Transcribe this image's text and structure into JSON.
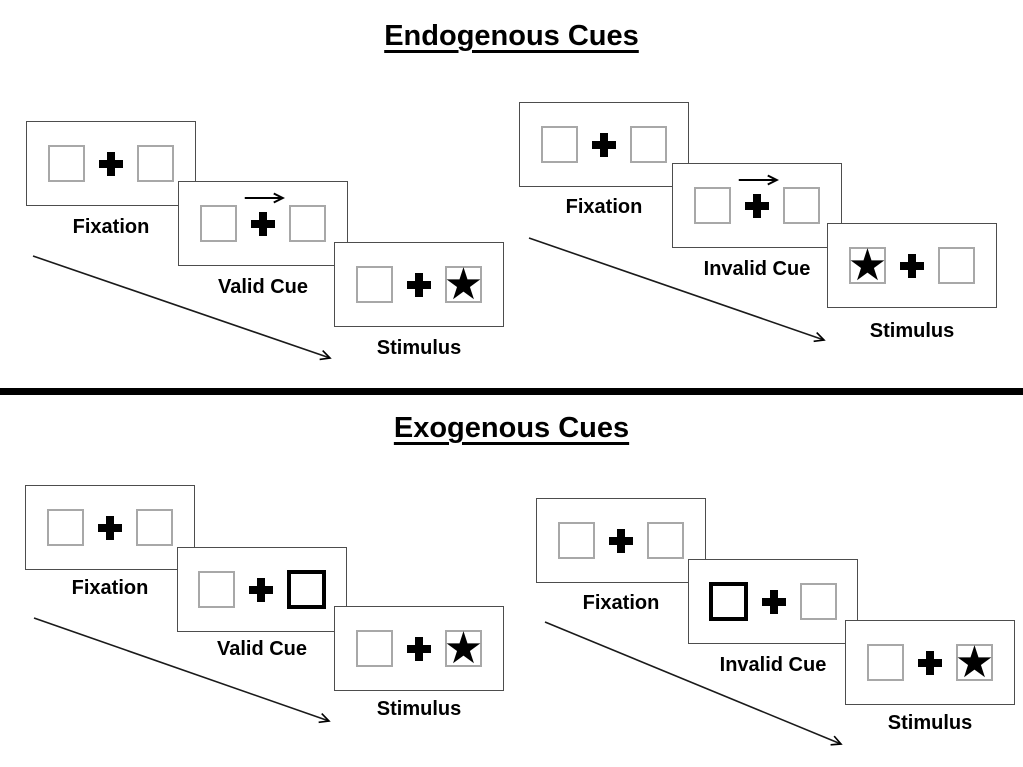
{
  "figure": {
    "background": "#ffffff",
    "divider_color": "#000000",
    "panel_border_color": "#4d4d4d",
    "placeholder_box_border_color": "#a8a8a8",
    "bold_cue_box_border_color": "#000000",
    "arrow_color": "#000000"
  },
  "glyphs": {
    "star": "★",
    "fixation_cross": "+",
    "cue_arrow_direction": "right"
  },
  "sections": [
    {
      "title": "Endogenous Cues",
      "groups": [
        {
          "name": "endogenous-valid",
          "panels": [
            {
              "label": "Fixation",
              "type": "fixation"
            },
            {
              "label": "Valid Cue",
              "type": "arrow-cue",
              "arrow": "right"
            },
            {
              "label": "Stimulus",
              "type": "stimulus",
              "star_side": "right"
            }
          ]
        },
        {
          "name": "endogenous-invalid",
          "panels": [
            {
              "label": "Fixation",
              "type": "fixation"
            },
            {
              "label": "Invalid Cue",
              "type": "arrow-cue",
              "arrow": "right"
            },
            {
              "label": "Stimulus",
              "type": "stimulus",
              "star_side": "left"
            }
          ]
        }
      ]
    },
    {
      "title": "Exogenous Cues",
      "groups": [
        {
          "name": "exogenous-valid",
          "panels": [
            {
              "label": "Fixation",
              "type": "fixation"
            },
            {
              "label": "Valid Cue",
              "type": "box-cue",
              "bold_side": "right"
            },
            {
              "label": "Stimulus",
              "type": "stimulus",
              "star_side": "right"
            }
          ]
        },
        {
          "name": "exogenous-invalid",
          "panels": [
            {
              "label": "Fixation",
              "type": "fixation"
            },
            {
              "label": "Invalid Cue",
              "type": "box-cue",
              "bold_side": "left"
            },
            {
              "label": "Stimulus",
              "type": "stimulus",
              "star_side": "right"
            }
          ]
        }
      ]
    }
  ]
}
